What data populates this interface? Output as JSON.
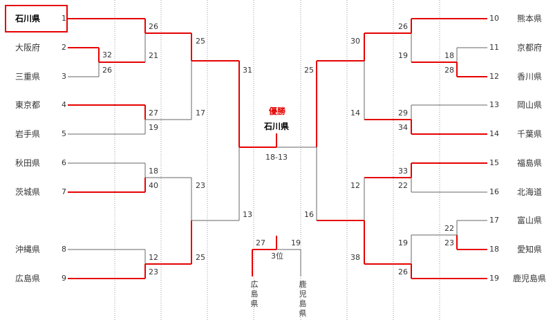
{
  "colors": {
    "win": "#e60000",
    "lose": "#666666",
    "guide": "#999999"
  },
  "left_teams": [
    {
      "name": "石川県",
      "num": "1"
    },
    {
      "name": "大阪府",
      "num": "2"
    },
    {
      "name": "三重県",
      "num": "3"
    },
    {
      "name": "東京都",
      "num": "4"
    },
    {
      "name": "岩手県",
      "num": "5"
    },
    {
      "name": "秋田県",
      "num": "6"
    },
    {
      "name": "茨城県",
      "num": "7"
    },
    {
      "name": "沖縄県",
      "num": "8"
    },
    {
      "name": "広島県",
      "num": "9"
    }
  ],
  "right_teams": [
    {
      "name": "熊本県",
      "num": "10"
    },
    {
      "name": "京都府",
      "num": "11"
    },
    {
      "name": "香川県",
      "num": "12"
    },
    {
      "name": "岡山県",
      "num": "13"
    },
    {
      "name": "千葉県",
      "num": "14"
    },
    {
      "name": "福島県",
      "num": "15"
    },
    {
      "name": "北海道",
      "num": "16"
    },
    {
      "name": "富山県",
      "num": "17"
    },
    {
      "name": "愛知県",
      "num": "18"
    },
    {
      "name": "鹿児島県",
      "num": "19"
    }
  ],
  "scores": {
    "l_r0_a": "32",
    "l_r0_b": "26",
    "l_r1_1a": "26",
    "l_r1_1b": "21",
    "l_r1_2a": "27",
    "l_r1_2b": "19",
    "l_r1_3a": "18",
    "l_r1_3b": "40",
    "l_r1_4a": "12",
    "l_r1_4b": "23",
    "l_r2_1a": "25",
    "l_r2_1b": "17",
    "l_r2_2a": "23",
    "l_r2_2b": "25",
    "l_sf_a": "31",
    "l_sf_b": "13",
    "r_r0_1a": "18",
    "r_r0_1b": "28",
    "r_r0_2a": "22",
    "r_r0_2b": "23",
    "r_r1_1a": "26",
    "r_r1_1b": "19",
    "r_r1_2a": "29",
    "r_r1_2b": "34",
    "r_r1_3a": "33",
    "r_r1_3b": "22",
    "r_r1_4a": "19",
    "r_r1_4b": "26",
    "r_r2_1a": "30",
    "r_r2_1b": "14",
    "r_r2_2a": "12",
    "r_r2_2b": "38",
    "r_sf_a": "25",
    "r_sf_b": "16"
  },
  "final": {
    "title": "優勝",
    "champion": "石川県",
    "score": "18-13"
  },
  "third": {
    "title": "3位",
    "left_score": "27",
    "right_score": "19",
    "left_team": [
      "広",
      "島",
      "県"
    ],
    "right_team": [
      "鹿",
      "児",
      "島",
      "県"
    ]
  }
}
